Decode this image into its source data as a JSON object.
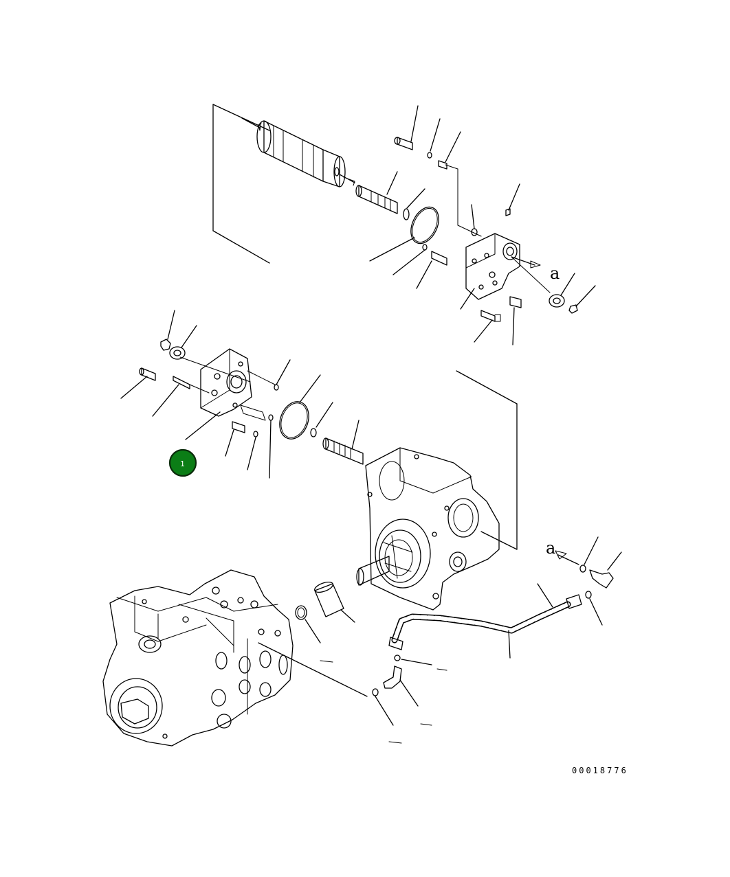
{
  "diagram": {
    "callout": {
      "number": "1",
      "color": "#0b7d16"
    },
    "reference_letter_top": "a",
    "reference_letter_right": "a",
    "drawing_number": "00018776"
  }
}
